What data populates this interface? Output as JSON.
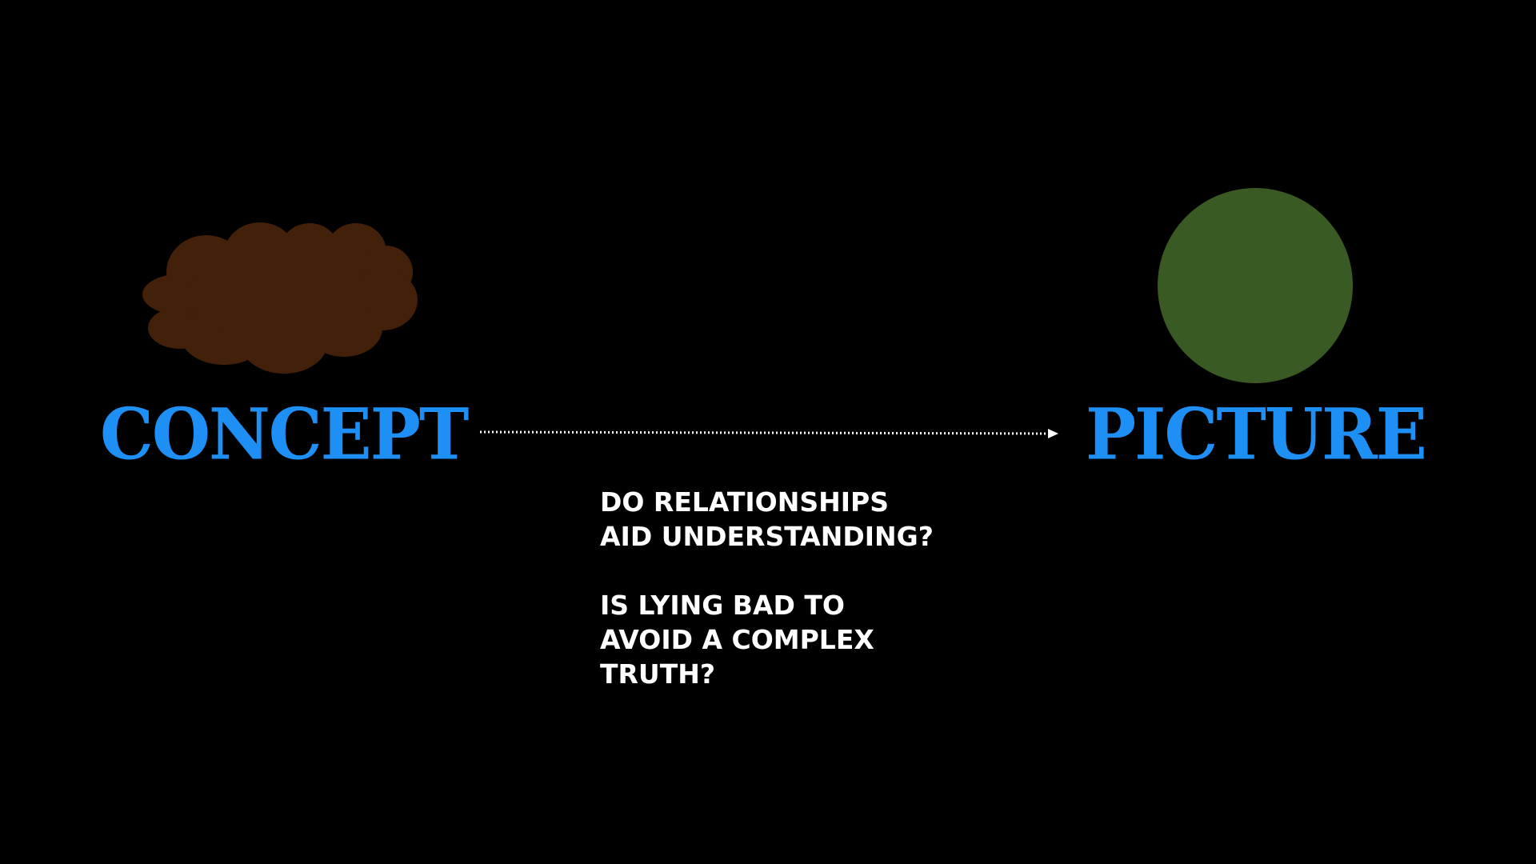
{
  "diagram": {
    "source": {
      "label": "CONCEPT",
      "shape": "cloud",
      "color": "#42200a"
    },
    "target": {
      "label": "PICTURE",
      "shape": "circle",
      "color": "#3a5a24"
    },
    "connector": {
      "style": "dotted-arrow",
      "color": "#ffffff"
    },
    "label_color": "#1e8ff5",
    "background_color": "#000000"
  },
  "questions": [
    "DO RELATIONSHIPS\nAID UNDERSTANDING?",
    "IS LYING BAD TO\nAVOID A COMPLEX\nTRUTH?"
  ]
}
